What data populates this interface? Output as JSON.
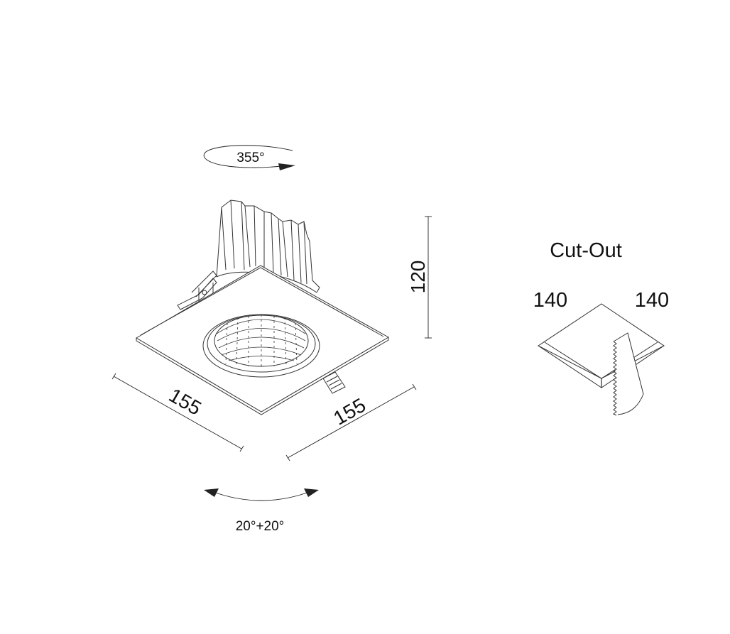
{
  "rotation_label": "355°",
  "tilt_label": "20°+20°",
  "dimensions": {
    "width_left": "155",
    "width_right": "155",
    "height": "120"
  },
  "cutout": {
    "title": "Cut-Out",
    "width_left": "140",
    "width_right": "140"
  },
  "colors": {
    "line": "#333333",
    "background": "#ffffff"
  }
}
